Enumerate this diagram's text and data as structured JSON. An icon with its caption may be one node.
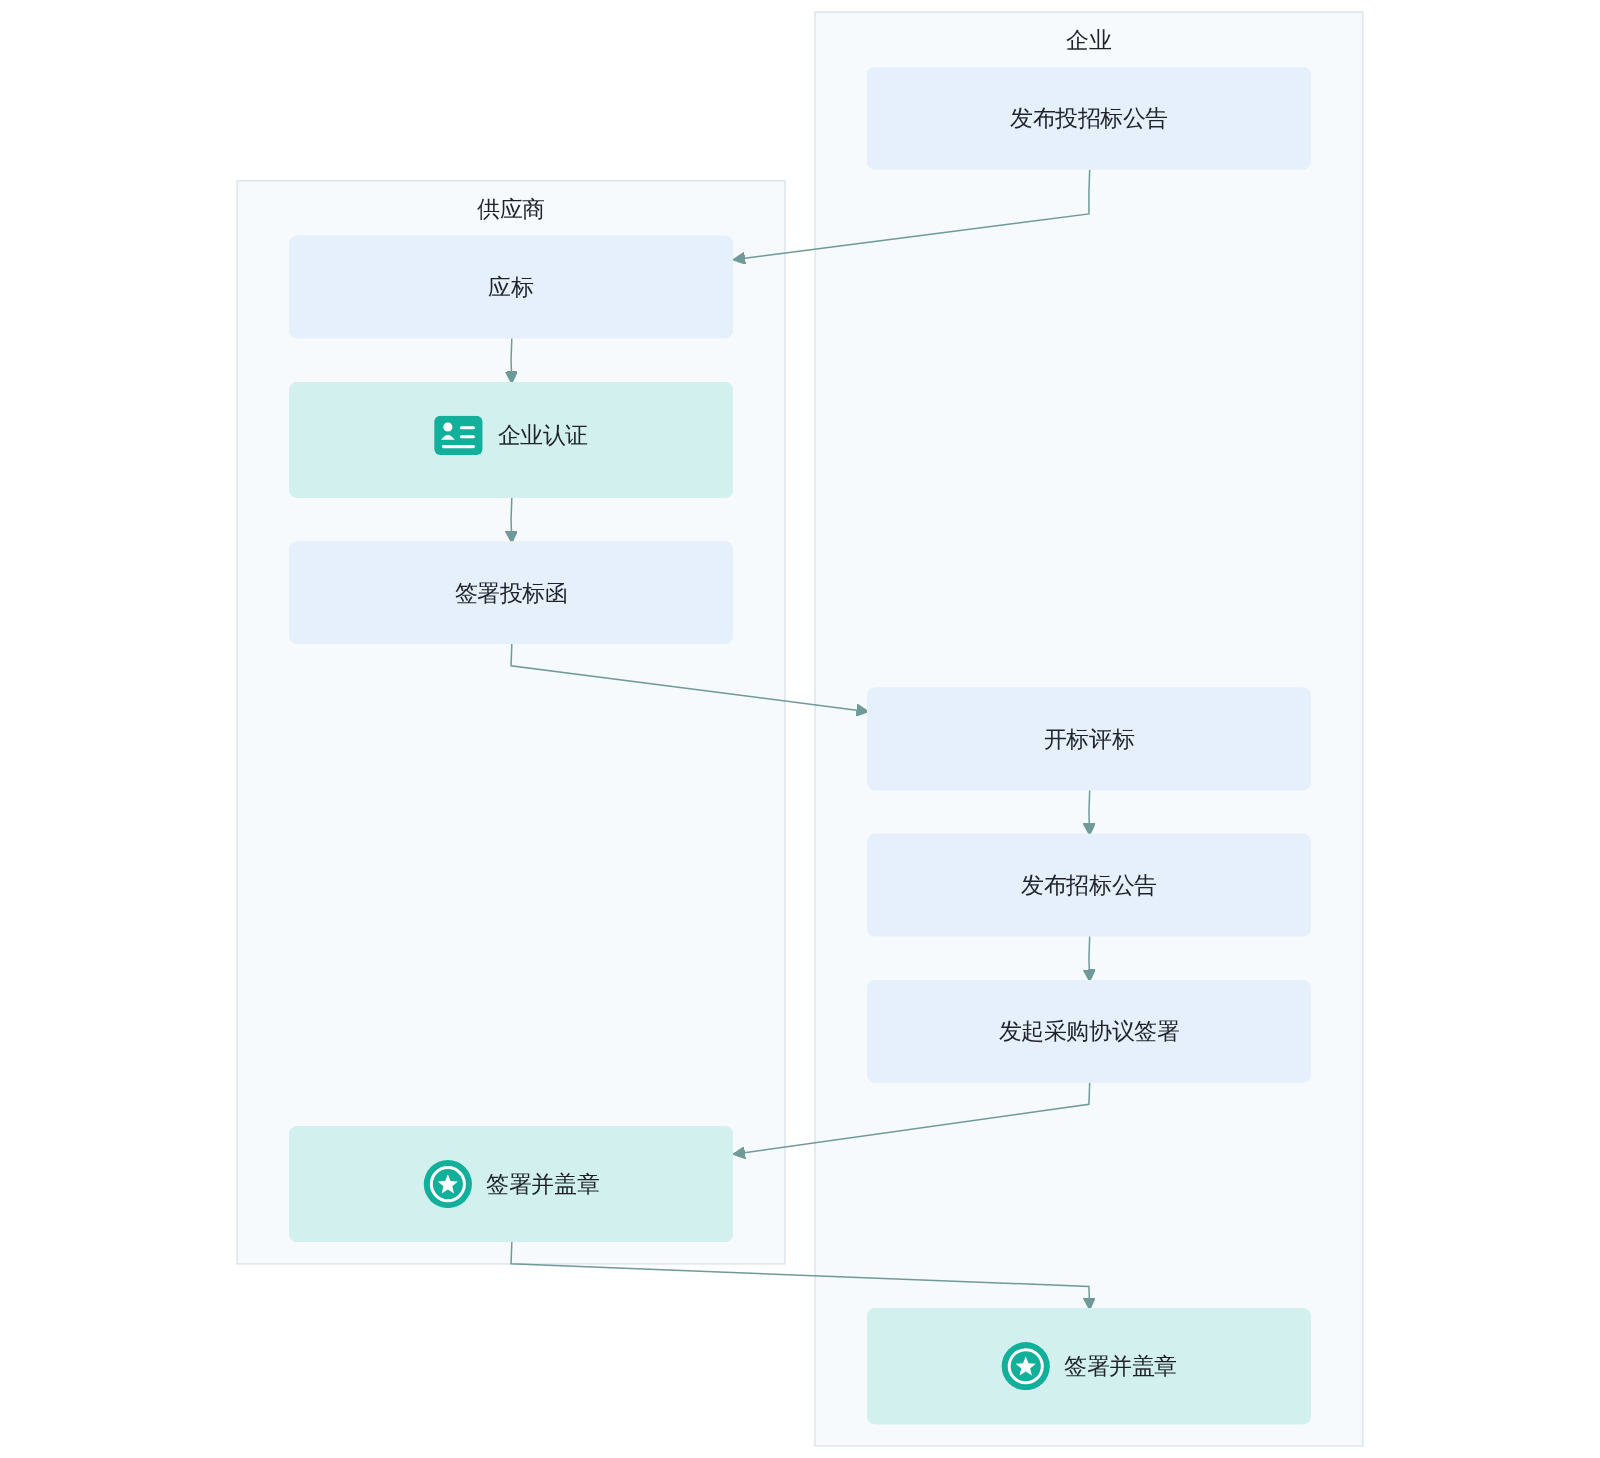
{
  "diagram": {
    "nodes": [
      {
        "text": [
          "供应商"
        ]
      },
      {
        "text": [
          "企业"
        ]
      },
      {
        "text": [
          "应标"
        ],
        "in": 0
      },
      {
        "text": [
          "企业认证"
        ],
        "in": 0
      },
      {
        "text": [
          "签署投标函"
        ],
        "in": 0
      },
      {
        "text": [
          "签署并盖章"
        ],
        "in": 0
      },
      {
        "text": [
          "发布投招标公告"
        ],
        "in": 1
      },
      {
        "text": [
          "开标评标"
        ],
        "in": 1
      },
      {
        "text": [
          "发布招标公告"
        ],
        "in": 1
      },
      {
        "text": [
          "发起采购协议签署"
        ],
        "in": 1
      },
      {
        "text": [
          "签署并盖章"
        ],
        "in": 1
      }
    ],
    "edges": [
      {
        "from": 6,
        "to": 2,
        "arrow": "to"
      },
      {
        "from": 2,
        "to": 3,
        "arrow": "to"
      },
      {
        "from": 3,
        "to": 4,
        "arrow": "to"
      },
      {
        "from": 4,
        "to": 7,
        "arrow": "to"
      },
      {
        "from": 7,
        "to": 8,
        "arrow": "to"
      },
      {
        "from": 8,
        "to": 9,
        "arrow": "to"
      },
      {
        "from": 9,
        "to": 5,
        "arrow": "to"
      },
      {
        "from": 5,
        "to": 10,
        "arrow": "to"
      }
    ]
  }
}
